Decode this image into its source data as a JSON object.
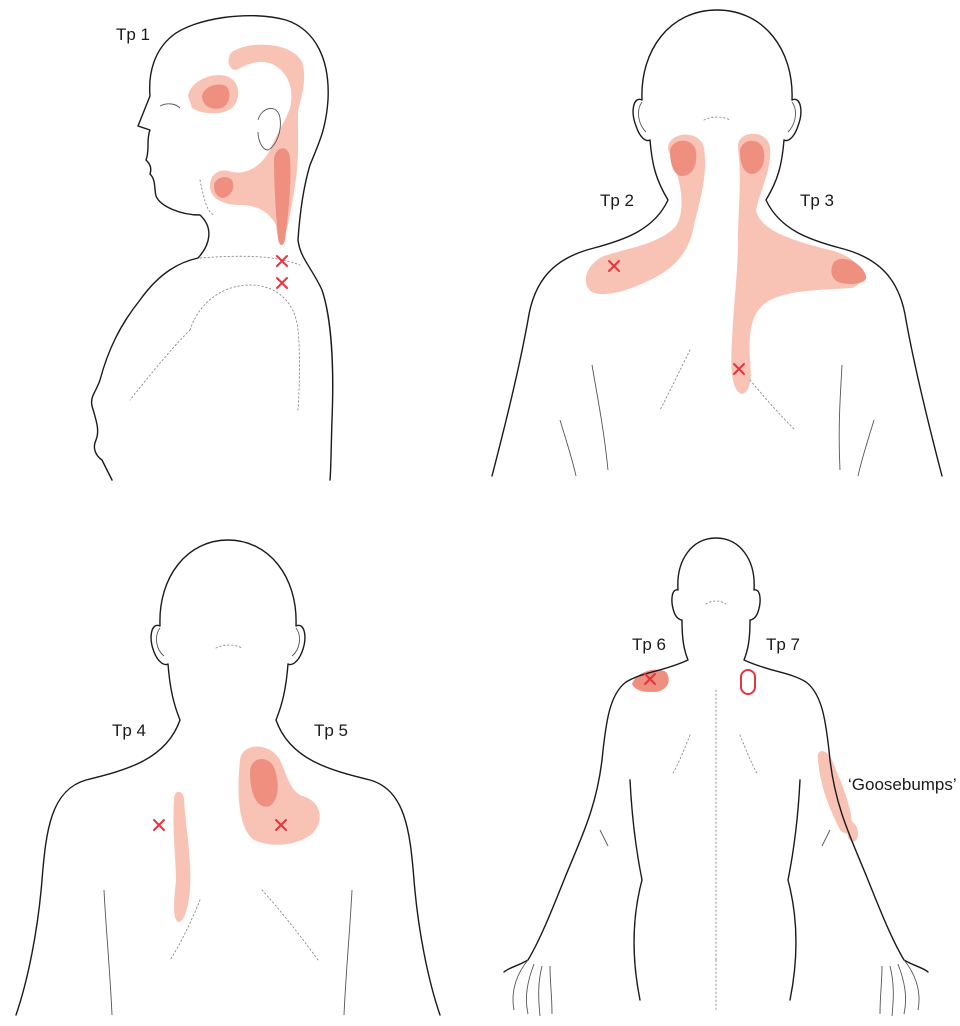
{
  "labels": {
    "tp1": "Tp 1",
    "tp2": "Tp 2",
    "tp3": "Tp 3",
    "tp4": "Tp 4",
    "tp5": "Tp 5",
    "tp6": "Tp 6",
    "tp7": "Tp 7",
    "goosebumps": "‘Goosebumps’"
  },
  "colors": {
    "referred_pain_light": "#f8c3b5",
    "referred_pain_dark": "#ef8f80",
    "trigger_point_mark": "#e8343f",
    "outline": "#1a1a1a"
  },
  "legend_symbols": {
    "trigger_point": "cross-mark",
    "tp7_point": "oval-mark"
  }
}
